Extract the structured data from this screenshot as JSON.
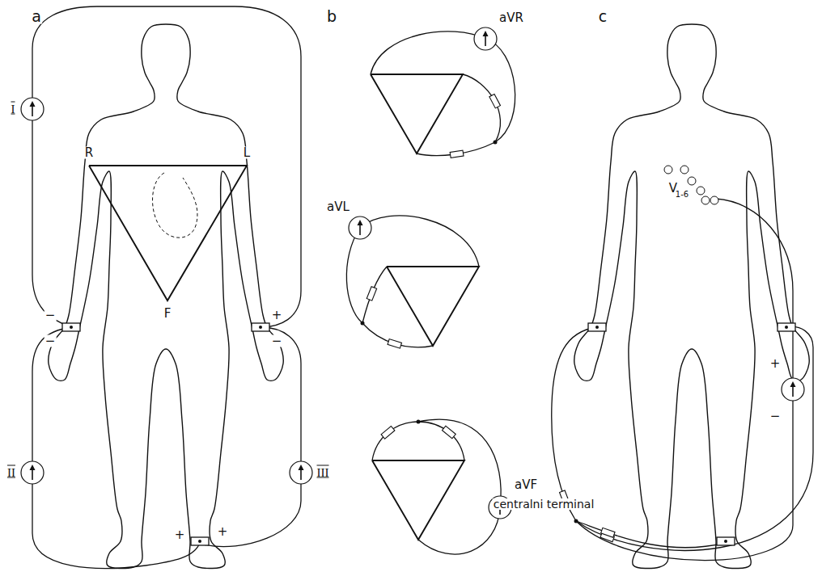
{
  "diagram": {
    "labels": [
      "a",
      "b",
      "c",
      "I",
      "aVR",
      "R",
      "L",
      "aVL",
      "V",
      "1-6",
      "F",
      "−",
      "−",
      "+",
      "−",
      "+",
      "−",
      "aVF",
      "II",
      "III",
      "centralni terminal",
      "+",
      "+"
    ]
  }
}
